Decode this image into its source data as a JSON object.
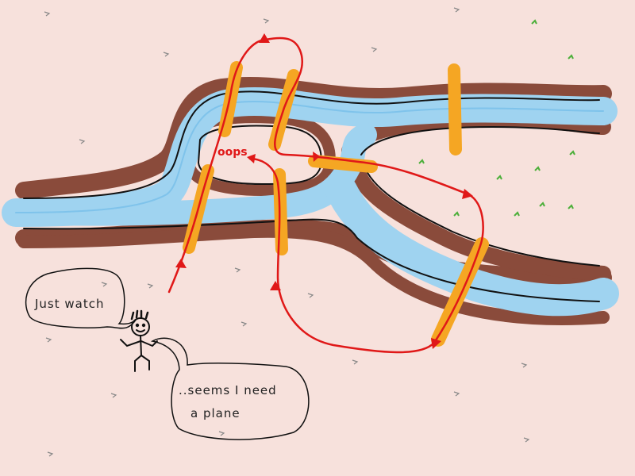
{
  "scene": {
    "speech_top": "Just watch",
    "speech_bottom_line1": "..seems I need",
    "speech_bottom_line2": "a plane",
    "oops": "oops"
  },
  "colors": {
    "background": "#f7e1dc",
    "river": "#9fd3f0",
    "river_stroke": "#5fb3e6",
    "bank": "#8a4b3b",
    "bridge": "#f5a623",
    "bridge_edge": "#e0c020",
    "path": "#e01818",
    "grass": "#4caf3a"
  }
}
